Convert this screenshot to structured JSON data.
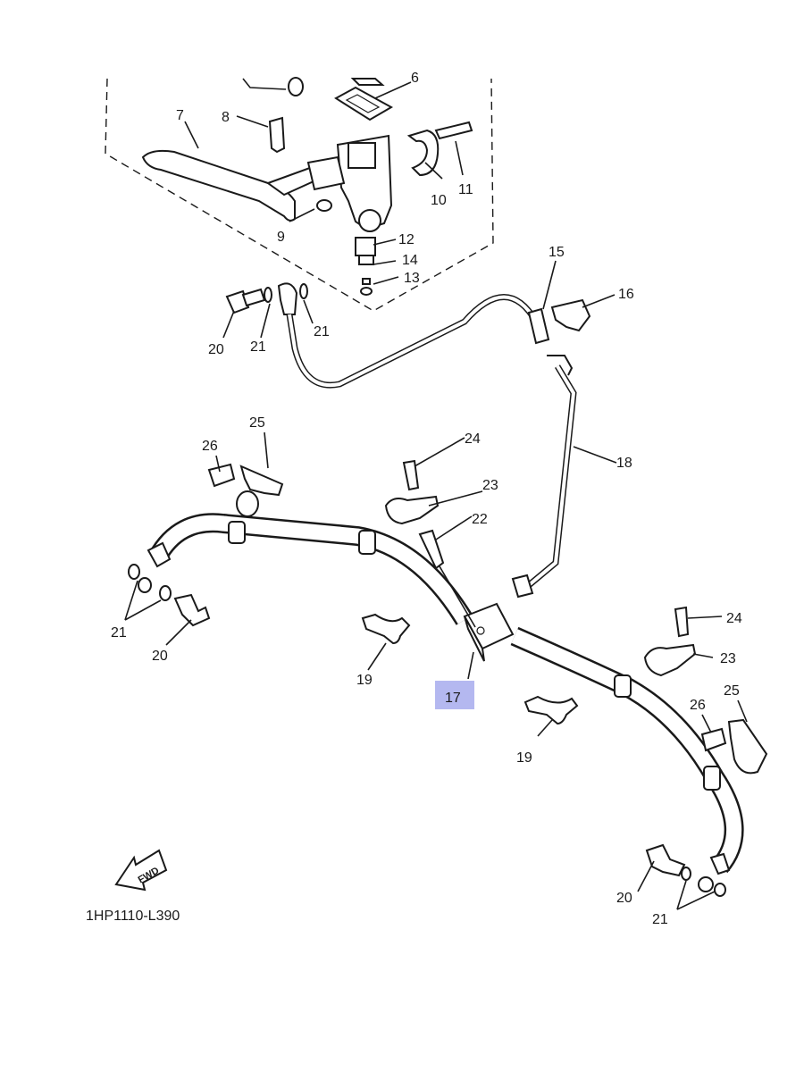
{
  "diagram_code": "1HP1110-L390",
  "fwd_label": "FWD",
  "highlight_color": "#b4b8f0",
  "callouts": {
    "c6": "6",
    "c7": "7",
    "c8": "8",
    "c9": "9",
    "c10": "10",
    "c11": "11",
    "c12": "12",
    "c13": "13",
    "c14": "14",
    "c15": "15",
    "c16": "16",
    "c17": "17",
    "c18": "18",
    "c19a": "19",
    "c19b": "19",
    "c20a": "20",
    "c20b": "20",
    "c20c": "20",
    "c21a": "21",
    "c21b": "21",
    "c21c": "21",
    "c21d": "21",
    "c22": "22",
    "c23a": "23",
    "c23b": "23",
    "c24a": "24",
    "c24b": "24",
    "c25a": "25",
    "c25b": "25",
    "c26a": "26",
    "c26b": "26"
  }
}
